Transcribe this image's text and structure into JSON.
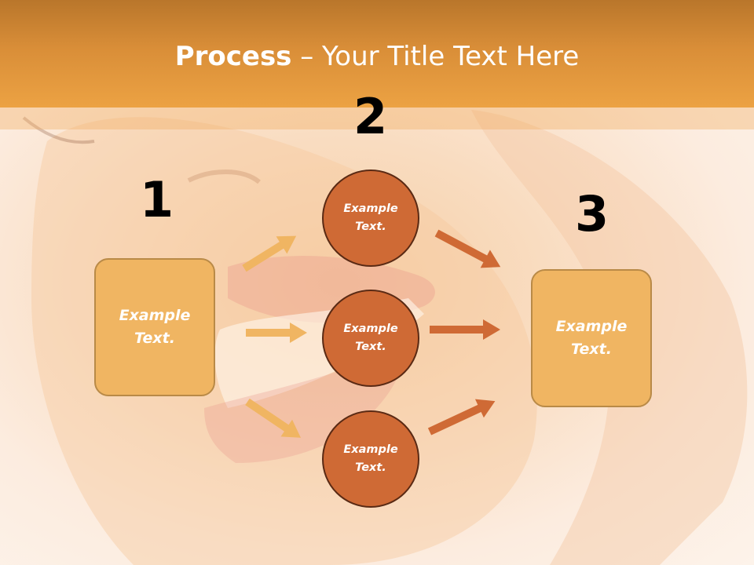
{
  "slide": {
    "title_bold": "Process",
    "title_rest": " – Your Title Text Here"
  },
  "steps": {
    "one": "1",
    "two": "2",
    "three": "3"
  },
  "nodes": {
    "left_box": {
      "line1": "Example",
      "line2": "Text."
    },
    "circle_top": {
      "line1": "Example",
      "line2": "Text."
    },
    "circle_middle": {
      "line1": "Example",
      "line2": "Text."
    },
    "circle_bottom": {
      "line1": "Example",
      "line2": "Text."
    },
    "right_box": {
      "line1": "Example",
      "line2": "Text."
    }
  },
  "colors": {
    "header": "#eca243",
    "box_fill": "#f0b562",
    "circle_fill": "#cf6a35",
    "arrow_light": "#f0b562",
    "arrow_dark": "#cf6a35"
  },
  "icons": {
    "arrows": "arrow-right"
  }
}
